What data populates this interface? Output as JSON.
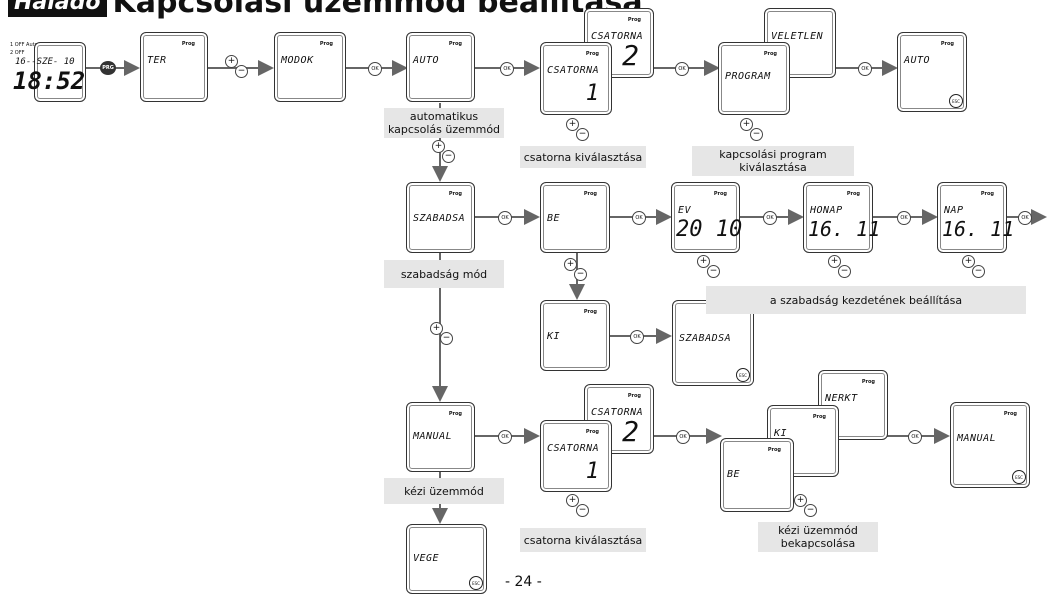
{
  "header": {
    "tag": "Haladó",
    "title": "Kapcsolási üzemmód beállítása"
  },
  "start_display": {
    "line1": "1 OFF  Auto",
    "line2": "2 OFF",
    "date": "16--SZE- 10",
    "time": "18:52"
  },
  "prog_button": "PRG",
  "ok_label": "OK",
  "esc_label": "ESC",
  "prog_small": "Prog",
  "screens": {
    "ter": "TER",
    "modok": "MODOK",
    "auto": "AUTO",
    "auto_csatorna_front": "CSATORNA",
    "auto_csatorna_front_num": "1",
    "auto_csatorna_back": "CSATORNA",
    "auto_csatorna_back_num": "2",
    "program": "PROGRAM",
    "veletlen": "VELETLEN",
    "auto_end": "AUTO",
    "szabadsa": "SZABADSA",
    "be": "BE",
    "ev": "EV",
    "ev_val": "20 10",
    "honap": "HONAP",
    "honap_val": "16. 11",
    "nap": "NAP",
    "nap_val": "16. 11",
    "ki": "KI",
    "szabadsa_end": "SZABADSA",
    "manual": "MANUAL",
    "man_csatorna_front": "CSATORNA",
    "man_csatorna_front_num": "1",
    "man_csatorna_back": "CSATORNA",
    "man_csatorna_back_num": "2",
    "man_be": "BE",
    "man_ki": "KI",
    "man_nerkt": "NERKT",
    "manual_end": "MANUAL",
    "vege": "VEGE"
  },
  "labels": {
    "auto_mode": "automatikus kapcsolás üzemmód",
    "channel_select_1": "csatorna kiválasztása",
    "program_select": "kapcsolási program kiválasztása",
    "holiday_mode": "szabadság mód",
    "holiday_start": "a szabadság kezdetének beállítása",
    "manual_mode": "kézi üzemmód",
    "channel_select_2": "csatorna kiválasztása",
    "manual_on": "kézi üzemmód bekapcsolása"
  },
  "footer": "- 24 -"
}
